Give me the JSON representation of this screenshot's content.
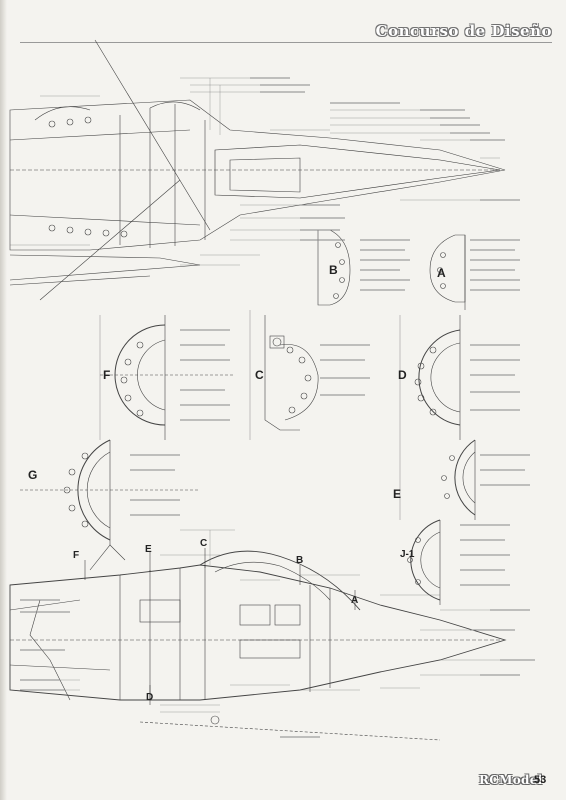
{
  "header": {
    "title": "Concurso de Diseño"
  },
  "footer": {
    "logo": "RCModel",
    "page_number": "53"
  },
  "sections": {
    "A": "A",
    "B": "B",
    "C": "C",
    "D": "D",
    "E": "E",
    "F": "F",
    "G": "G",
    "J1": "J-1"
  },
  "side_view_markers": [
    "F",
    "E",
    "C",
    "B",
    "A",
    "D"
  ]
}
